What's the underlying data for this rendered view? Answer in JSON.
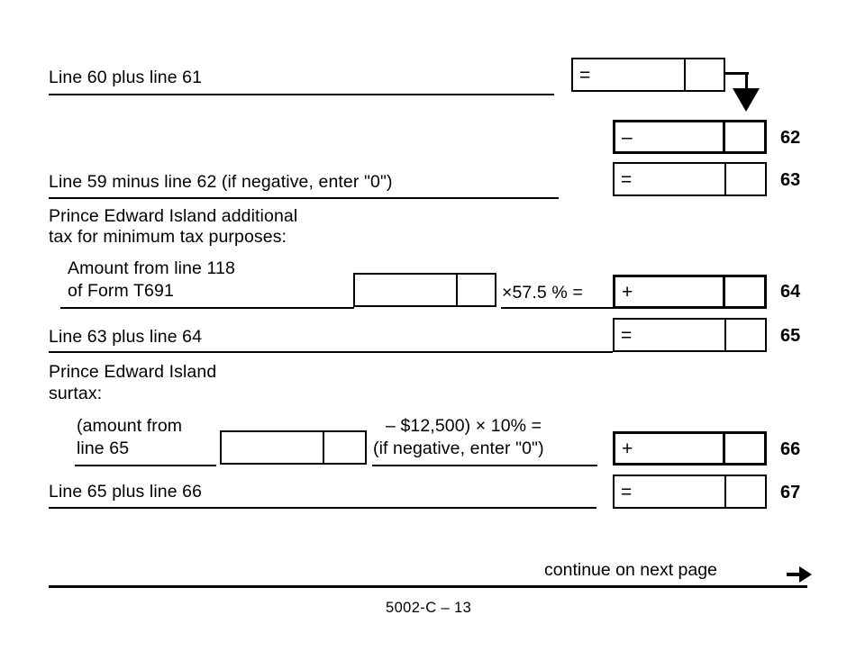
{
  "form": {
    "page_number_label": "5002-C – 13",
    "continue_label": "continue on next page",
    "continue_arrow_icon": "arrow-right-icon"
  },
  "rows": {
    "line61_total": {
      "label": "Line 60 plus line 61",
      "operator": "=",
      "dollars_value": "",
      "cents_value": ""
    },
    "line62": {
      "number": "62",
      "operator": "–",
      "dollars_value": "",
      "cents_value": ""
    },
    "line63": {
      "label": "Line 59 minus line 62 (if negative, enter \"0\")",
      "number": "63",
      "operator": "=",
      "dollars_value": "",
      "cents_value": ""
    },
    "minimum_tax": {
      "heading_line1": "Prince Edward Island additional",
      "heading_line2": "tax for minimum tax purposes:",
      "source_line1": "Amount from line 118",
      "source_line2": "of Form T691",
      "source_dollars_value": "",
      "source_cents_value": "",
      "multiplier_text": "×57.5 % ="
    },
    "line64": {
      "number": "64",
      "operator": "+",
      "dollars_value": "",
      "cents_value": ""
    },
    "line65": {
      "label": "Line 63 plus line 64",
      "number": "65",
      "operator": "=",
      "dollars_value": "",
      "cents_value": ""
    },
    "surtax": {
      "heading_line1": "Prince Edward Island",
      "heading_line2": "surtax:",
      "source_line1": "(amount from",
      "source_line2": "line 65",
      "source_dollars_value": "",
      "source_cents_value": "",
      "formula_line1": "– $12,500) × 10% =",
      "formula_line2": "(if negative, enter \"0\")"
    },
    "line66": {
      "number": "66",
      "operator": "+",
      "dollars_value": "",
      "cents_value": ""
    },
    "line67": {
      "label": "Line 65 plus line 66",
      "number": "67",
      "operator": "=",
      "dollars_value": "",
      "cents_value": ""
    }
  },
  "colors": {
    "ink": "#000000",
    "paper": "#ffffff"
  }
}
